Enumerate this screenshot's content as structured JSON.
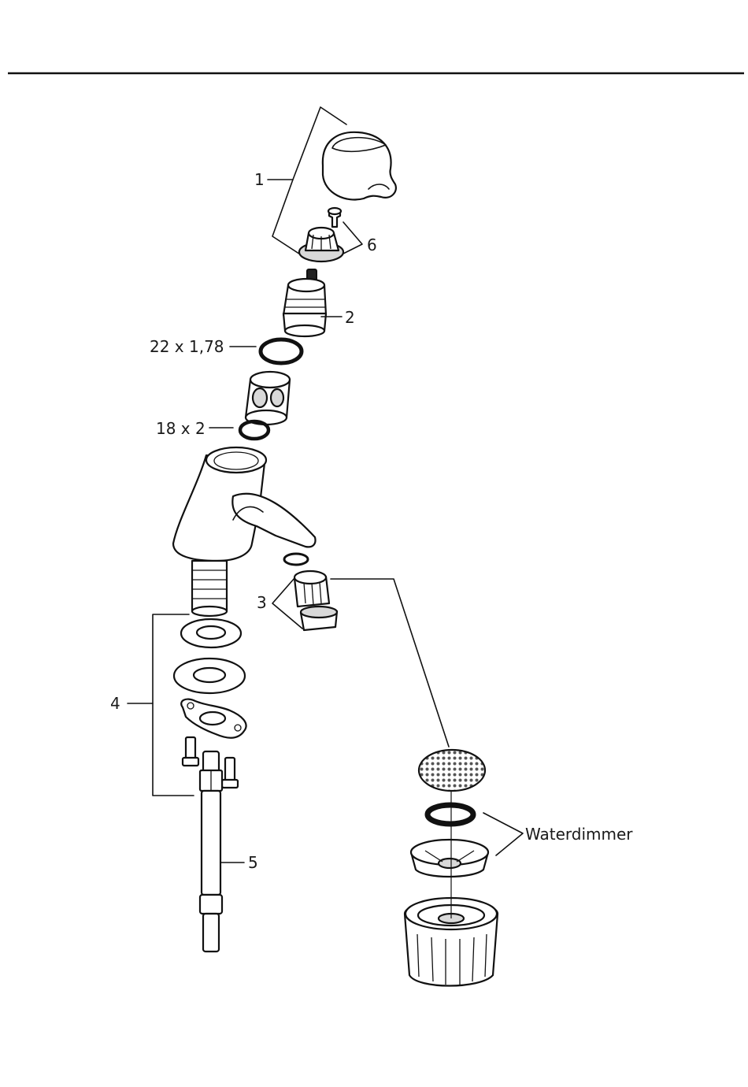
{
  "labels": {
    "part_1": "1",
    "part_2": "2",
    "part_3": "3",
    "part_4": "4",
    "part_5": "5",
    "part_6": "6",
    "oring_large": "22 x 1,78",
    "oring_small": "18 x 2",
    "waterdimmer": "Waterdimmer"
  },
  "colors": {
    "line": "#111111",
    "background": "#ffffff"
  }
}
